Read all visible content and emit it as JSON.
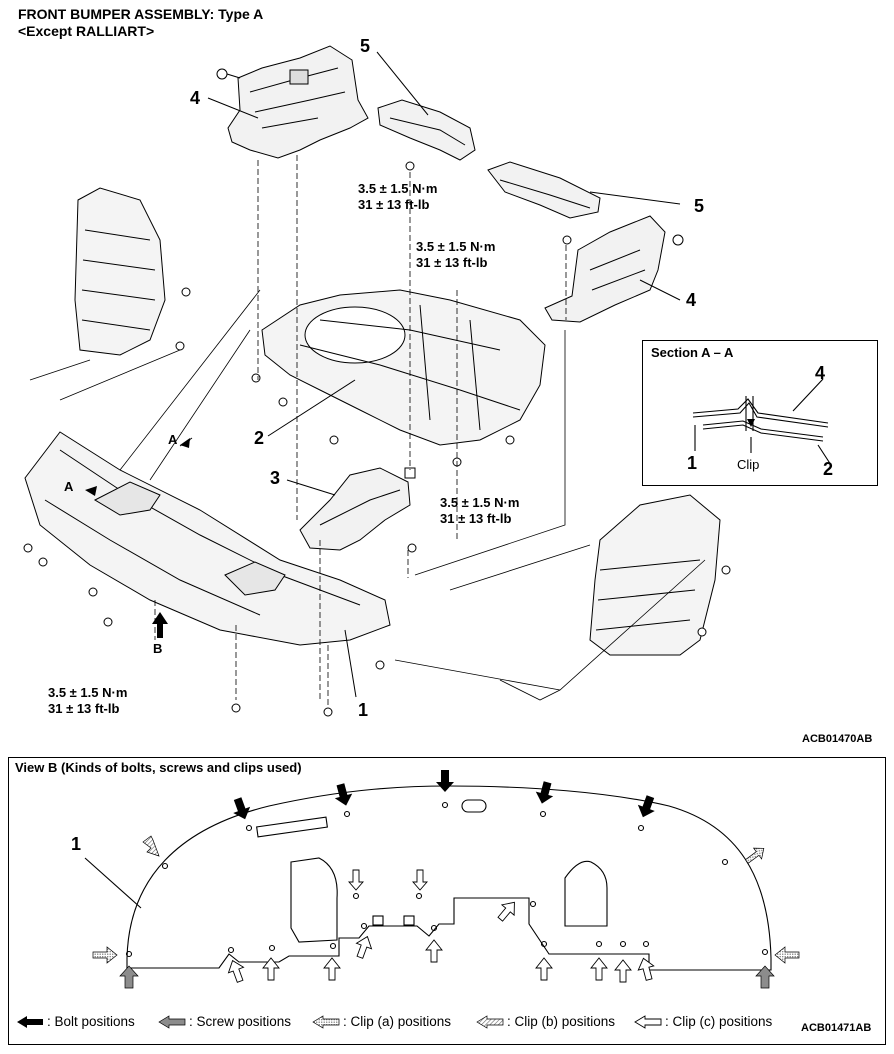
{
  "header": {
    "title": "FRONT BUMPER ASSEMBLY: Type A",
    "subtitle": "<Except RALLIART>"
  },
  "callouts": {
    "c1_top": "1",
    "c2": "2",
    "c3": "3",
    "c4_left": "4",
    "c4_right": "4",
    "c5_left": "5",
    "c5_right": "5",
    "a_upper": "A",
    "a_lower": "A",
    "b": "B",
    "c1_view": "1"
  },
  "torque": {
    "t1_line1": "3.5 ± 1.5 N·m",
    "t1_line2": "31 ± 13 ft-lb",
    "t2_line1": "3.5 ± 1.5 N·m",
    "t2_line2": "31 ± 13 ft-lb",
    "t3_line1": "3.5 ± 1.5 N·m",
    "t3_line2": "31 ± 13 ft-lb",
    "t4_line1": "3.5 ± 1.5 N·m",
    "t4_line2": "31 ± 13 ft-lb"
  },
  "section": {
    "title": "Section A – A",
    "label_4": "4",
    "label_1": "1",
    "label_2": "2",
    "clip": "Clip"
  },
  "refs": {
    "top": "ACB01470AB",
    "bottom": "ACB01471AB"
  },
  "view_b": {
    "title": "View B (Kinds of bolts, screws and clips used)"
  },
  "legend": {
    "bolt": ": Bolt positions",
    "screw": ": Screw positions",
    "clip_a": ": Clip (a) positions",
    "clip_b": ": Clip (b) positions",
    "clip_c": ": Clip (c) positions"
  },
  "colors": {
    "bolt": "#000000",
    "screw": "#8c8c8c",
    "line": "#000000"
  },
  "icons": [
    "bolt-arrow-icon",
    "screw-arrow-icon",
    "clip-a-arrow-icon",
    "clip-b-arrow-icon",
    "clip-c-arrow-icon"
  ]
}
